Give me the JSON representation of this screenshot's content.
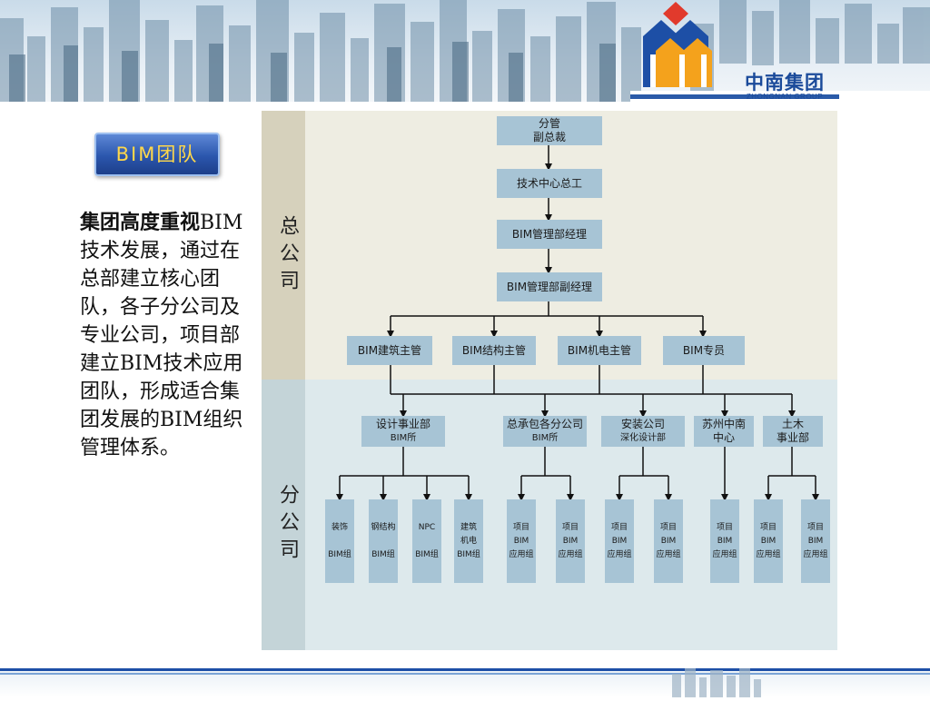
{
  "brand": {
    "name_cn": "中南集团",
    "name_en": "ZHONGNAN GROUP"
  },
  "team_button": "BIM团队",
  "description": {
    "highlight": "集团高度重视",
    "rest": "BIM技术发展，通过在总部建立核心团队，各子分公司及专业公司，项目部建立BIM技术应用团队，形成适合集团发展的BIM组织管理体系。"
  },
  "org": {
    "hq_label": "总公司",
    "branch_label": "分公司",
    "vp": {
      "line1": "分管",
      "line2": "副总裁"
    },
    "chief_engineer": "技术中心总工",
    "bim_manager": "BIM管理部经理",
    "bim_deputy": "BIM管理部副经理",
    "supervisors": [
      "BIM建筑主管",
      "BIM结构主管",
      "BIM机电主管",
      "BIM专员"
    ],
    "branches": [
      {
        "line1": "设计事业部",
        "line2": "BIM所"
      },
      {
        "line1": "总承包各分公司",
        "line2": "BIM所"
      },
      {
        "line1": "安装公司",
        "line2": "深化设计部"
      },
      {
        "line1": "苏州中南",
        "line2": "中心"
      },
      {
        "line1": "土木",
        "line2": "事业部"
      }
    ],
    "groups": [
      {
        "line1": "装饰",
        "line2": "",
        "line3": "BIM组"
      },
      {
        "line1": "钢结构",
        "line2": "",
        "line3": "BIM组"
      },
      {
        "line1": "NPC",
        "line2": "",
        "line3": "BIM组"
      },
      {
        "line1": "建筑",
        "line2": "机电",
        "line3": "BIM组"
      },
      {
        "line1": "项目",
        "line2": "BIM",
        "line3": "应用组"
      },
      {
        "line1": "项目",
        "line2": "BIM",
        "line3": "应用组"
      },
      {
        "line1": "项目",
        "line2": "BIM",
        "line3": "应用组"
      },
      {
        "line1": "项目",
        "line2": "BIM",
        "line3": "应用组"
      },
      {
        "line1": "项目",
        "line2": "BIM",
        "line3": "应用组"
      },
      {
        "line1": "项目",
        "line2": "BIM",
        "line3": "应用组"
      },
      {
        "line1": "项目",
        "line2": "BIM",
        "line3": "应用组"
      }
    ]
  },
  "colors": {
    "node": "#a7c4d5",
    "hq_bg": "#eeede2",
    "branch_bg": "#dde9ec",
    "button_text": "#ffd84a",
    "brand_blue": "#1a4a9a"
  }
}
